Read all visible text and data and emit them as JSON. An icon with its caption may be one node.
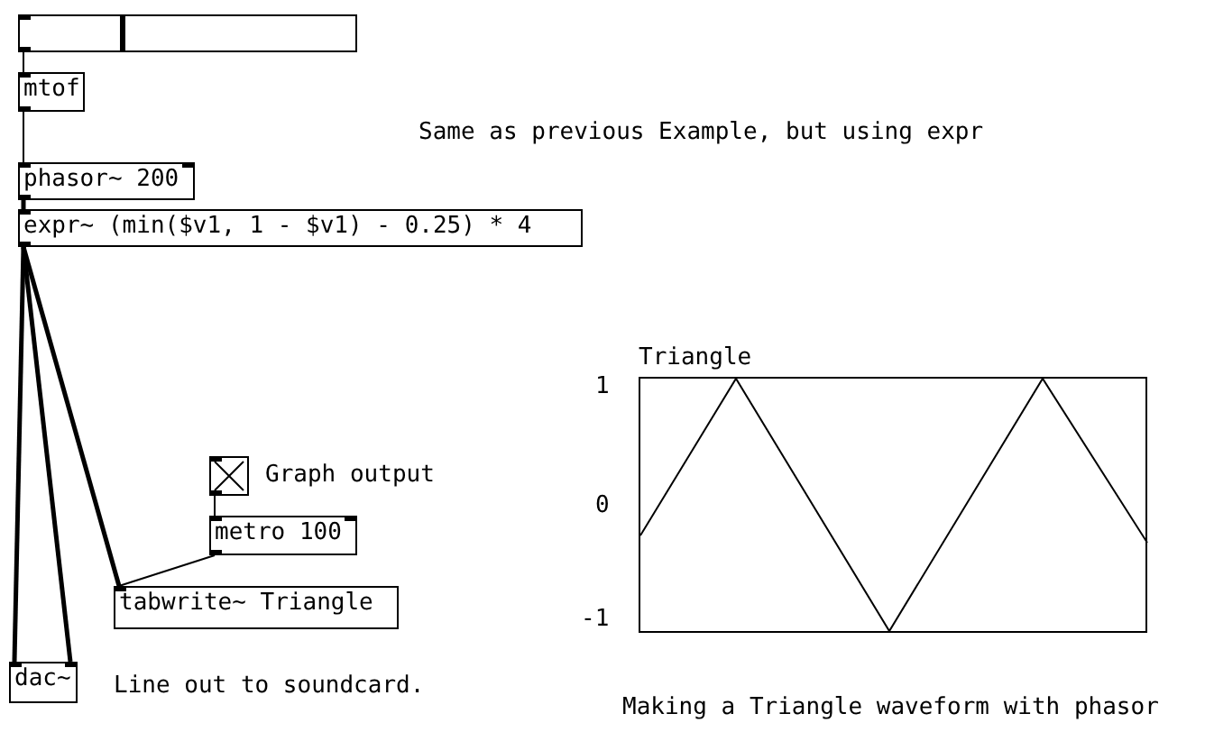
{
  "diagram": {
    "nodes": [
      {
        "text": [],
        "shape": "bar"
      },
      {
        "text": [
          "mtof"
        ]
      },
      {
        "text": [
          "phasor~ 200"
        ]
      },
      {
        "text": [
          "expr~ (min($v1, 1 - $v1) - 0.25) * 4"
        ]
      },
      {
        "text": [],
        "shape": "box"
      },
      {
        "text": [
          "metro 100"
        ]
      },
      {
        "text": [
          "tabwrite~ Triangle"
        ]
      },
      {
        "text": [
          "dac~"
        ]
      },
      {
        "text": [
          "Triangle"
        ]
      }
    ],
    "edges": [
      {
        "from": 0,
        "to": 1,
        "arrow": "none"
      },
      {
        "from": 1,
        "to": 2,
        "arrow": "none"
      },
      {
        "from": 2,
        "to": 3,
        "arrow": "none",
        "style": "thick"
      },
      {
        "from": 3,
        "to": 7,
        "arrow": "none",
        "style": "thick"
      },
      {
        "from": 3,
        "to": 7,
        "arrow": "none",
        "style": "thick"
      },
      {
        "from": 3,
        "to": 6,
        "arrow": "none",
        "style": "thick"
      },
      {
        "from": 4,
        "to": 5,
        "arrow": "none"
      },
      {
        "from": 5,
        "to": 6,
        "arrow": "none"
      }
    ],
    "labels": [
      "Same as previous Example, but using expr",
      "1",
      "Graph output",
      "0",
      "-1",
      "Line out to soundcard.",
      "Making a Triangle waveform with phasor"
    ]
  }
}
